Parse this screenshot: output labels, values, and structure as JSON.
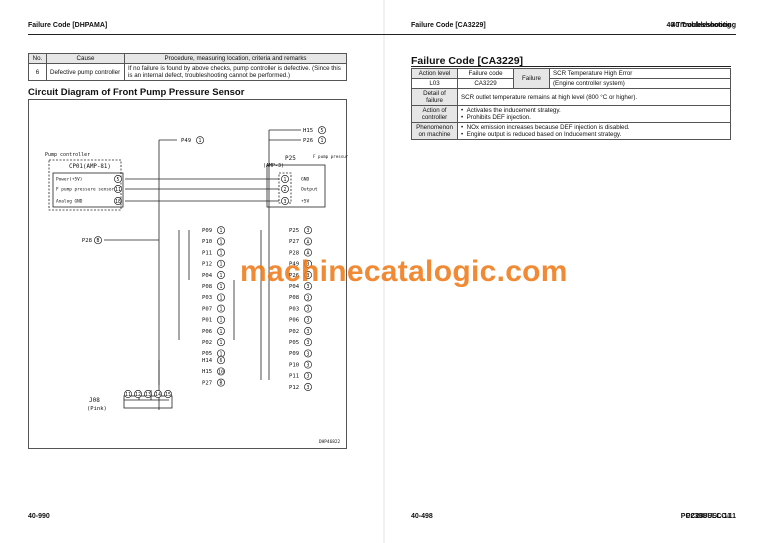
{
  "left_page": {
    "header_left": "Failure Code [DHPAMA]",
    "header_right": "40 Troubleshooting",
    "footer_left": "40-990",
    "footer_right": "PC238USLC-11",
    "table": {
      "headers": [
        "No.",
        "Cause",
        "Procedure, measuring location, criteria and remarks"
      ],
      "row": {
        "no": "6",
        "cause": "Defective pump controller",
        "procedure": "If no failure is found by above checks, pump controller is defective. (Since this is an internal defect, troubleshooting cannot be performed.)"
      }
    },
    "section_title": "Circuit Diagram of Front Pump Pressure Sensor",
    "diagram": {
      "controller_label": "Pump controller",
      "controller_connector": "CP01(AMP-81)",
      "controller_pins": [
        {
          "label": "Power(+5V)",
          "pin": "5"
        },
        {
          "label": "F pump pressure sensor",
          "pin": "11"
        },
        {
          "label": "Analog GND",
          "pin": "18"
        }
      ],
      "sensor_connector": "P25",
      "sensor_connector_type": "(AMP-3)",
      "sensor_name": "F pump pressure sensor",
      "sensor_pins": [
        {
          "pin": "1",
          "label": "GND"
        },
        {
          "pin": "2",
          "label": "Output"
        },
        {
          "pin": "3",
          "label": "+5V"
        }
      ],
      "p28_left": {
        "name": "P28",
        "pin": "B"
      },
      "p49_top": {
        "name": "P49",
        "pin": "1"
      },
      "top_right": [
        {
          "name": "H15",
          "pin": "5"
        },
        {
          "name": "P26",
          "pin": "1"
        }
      ],
      "left_column": [
        {
          "name": "P09",
          "pin": "1"
        },
        {
          "name": "P10",
          "pin": "1"
        },
        {
          "name": "P11",
          "pin": "1"
        },
        {
          "name": "P12",
          "pin": "1"
        },
        {
          "name": "P04",
          "pin": "1"
        },
        {
          "name": "P08",
          "pin": "1"
        },
        {
          "name": "P03",
          "pin": "1"
        },
        {
          "name": "P07",
          "pin": "1"
        },
        {
          "name": "P01",
          "pin": "1"
        },
        {
          "name": "P06",
          "pin": "1"
        },
        {
          "name": "P02",
          "pin": "1"
        },
        {
          "name": "P05",
          "pin": "1"
        }
      ],
      "right_column": [
        {
          "name": "P25",
          "pin": "3"
        },
        {
          "name": "P27",
          "pin": "A"
        },
        {
          "name": "P28",
          "pin": "A"
        },
        {
          "name": "P49",
          "pin": "3"
        },
        {
          "name": "P26",
          "pin": "3"
        },
        {
          "name": "P04",
          "pin": "3"
        },
        {
          "name": "P08",
          "pin": "3"
        },
        {
          "name": "P03",
          "pin": "3"
        },
        {
          "name": "P06",
          "pin": "3"
        },
        {
          "name": "P02",
          "pin": "3"
        },
        {
          "name": "P05",
          "pin": "3"
        },
        {
          "name": "P09",
          "pin": "3"
        },
        {
          "name": "P10",
          "pin": "3"
        },
        {
          "name": "P11",
          "pin": "3"
        },
        {
          "name": "P12",
          "pin": "3"
        }
      ],
      "lower_left": [
        {
          "name": "H14",
          "pin": "6"
        },
        {
          "name": "H15",
          "pin": "10"
        },
        {
          "name": "P27",
          "pin": "B"
        }
      ],
      "j08_label": "J08",
      "j08_sub": "(Pink)",
      "j08_pins": [
        "11",
        "12",
        "13",
        "14",
        "15"
      ],
      "figure_id": "DHP46822"
    }
  },
  "right_page": {
    "header_left": "Failure Code [CA3229]",
    "header_right": "40 Troubleshooting",
    "footer_left": "40-498",
    "footer_right": "PC238USLC-11",
    "title": "Failure Code [CA3229]",
    "table": {
      "action_level_label": "Action level",
      "failure_code_label": "Failure code",
      "failure_label": "Failure",
      "action_level": "L03",
      "failure_code": "CA3229",
      "failure_desc_1": "SCR Temperature High Error",
      "failure_desc_2": "(Engine controller system)",
      "detail_label": "Detail of failure",
      "detail": "SCR outlet temperature remains at high level (800 °C or higher).",
      "action_label_1": "Action of",
      "action_label_2": "controller",
      "actions": [
        "Activates the inducement strategy.",
        "Prohibits DEF injection."
      ],
      "phenomenon_label_1": "Phenomenon",
      "phenomenon_label_2": "on machine",
      "phenomena": [
        "NOx emission increases because DEF injection is disabled.",
        "Engine output is reduced based on Inducement strategy."
      ]
    }
  },
  "watermark": "machinecatalogic.com"
}
